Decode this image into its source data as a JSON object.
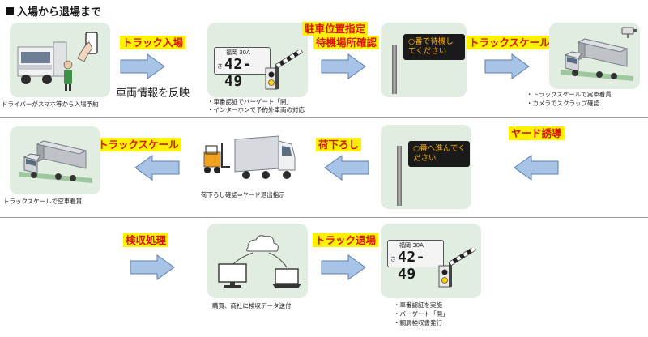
{
  "title": "入場から退場まで",
  "row1": {
    "caption_driver": "ドライバーがスマホ等から入場予約",
    "label_truck_entry": "トラック入場",
    "caption_vehicle_info": "車両情報を反映",
    "plate": {
      "region": "福岡 30A",
      "kana": "さ",
      "number": "42-49"
    },
    "gate_notes": [
      "・車番認証でバーゲート「開」",
      "・インターホンで予約外車両の対応"
    ],
    "label_parking_line1": "駐車位置指定",
    "label_parking_line2": "待機場所確認",
    "sign_text": [
      "○番で待機し",
      "てください"
    ],
    "label_truck_scale": "トラックスケール",
    "scale_notes": [
      "・トラックスケールで実車看貫",
      "・カメラでスクラップ確認"
    ]
  },
  "row2": {
    "label_yard": "ヤード誘導",
    "sign_text": [
      "○番へ進んでく",
      "ださい"
    ],
    "label_unloading": "荷下ろし",
    "caption_unloading": "荷下ろし確認⇒ヤード退出指示",
    "label_truck_scale": "トラックスケール",
    "caption_scale": "トラックスケールで空車看貫"
  },
  "row3": {
    "label_inspection": "検収処理",
    "caption_inspection": "購買、商社に検収データ送付",
    "label_exit": "トラック退場",
    "plate": {
      "region": "福岡 30A",
      "kana": "さ",
      "number": "42-49"
    },
    "exit_notes": [
      "・車番認証を実施",
      "・バーゲート「開」",
      "・鋼屑検収書発行"
    ]
  },
  "colors": {
    "panel": "#e2ede2",
    "arrow": "#a7c3e6",
    "label_bg": "#fff200",
    "label_text": "#d8120a",
    "sign_text": "#ffb000"
  },
  "icons": [
    "truck-icon",
    "driver-icon",
    "smartphone-icon",
    "license-plate-icon",
    "bar-gate-icon",
    "traffic-light-icon",
    "led-sign-icon",
    "camera-icon",
    "forklift-icon",
    "computer-icon",
    "laptop-icon",
    "cloud-icon",
    "right-arrow-icon",
    "left-arrow-icon"
  ]
}
